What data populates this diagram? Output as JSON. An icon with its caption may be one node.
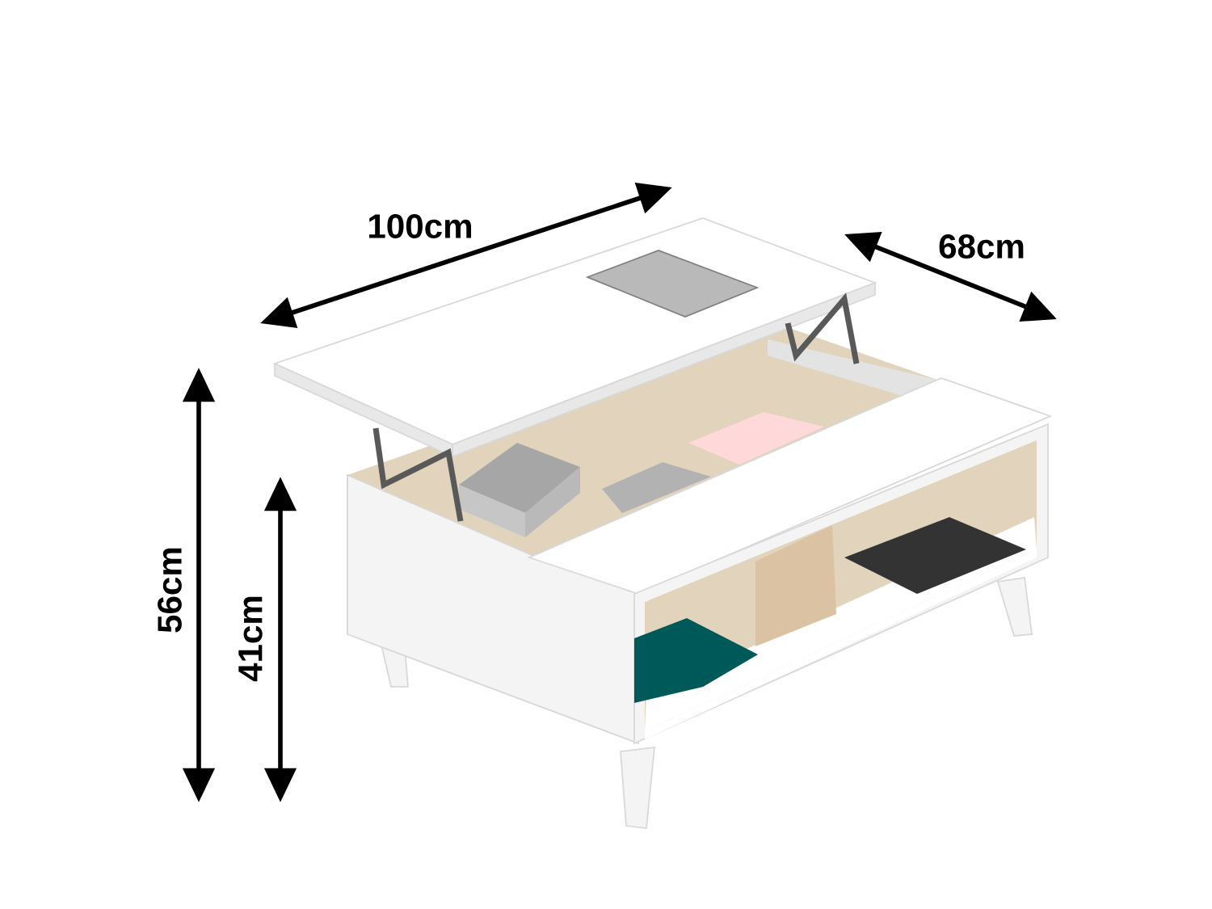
{
  "diagram": {
    "labels": [
      "100cm",
      "68cm",
      "56cm",
      "41cm"
    ]
  }
}
